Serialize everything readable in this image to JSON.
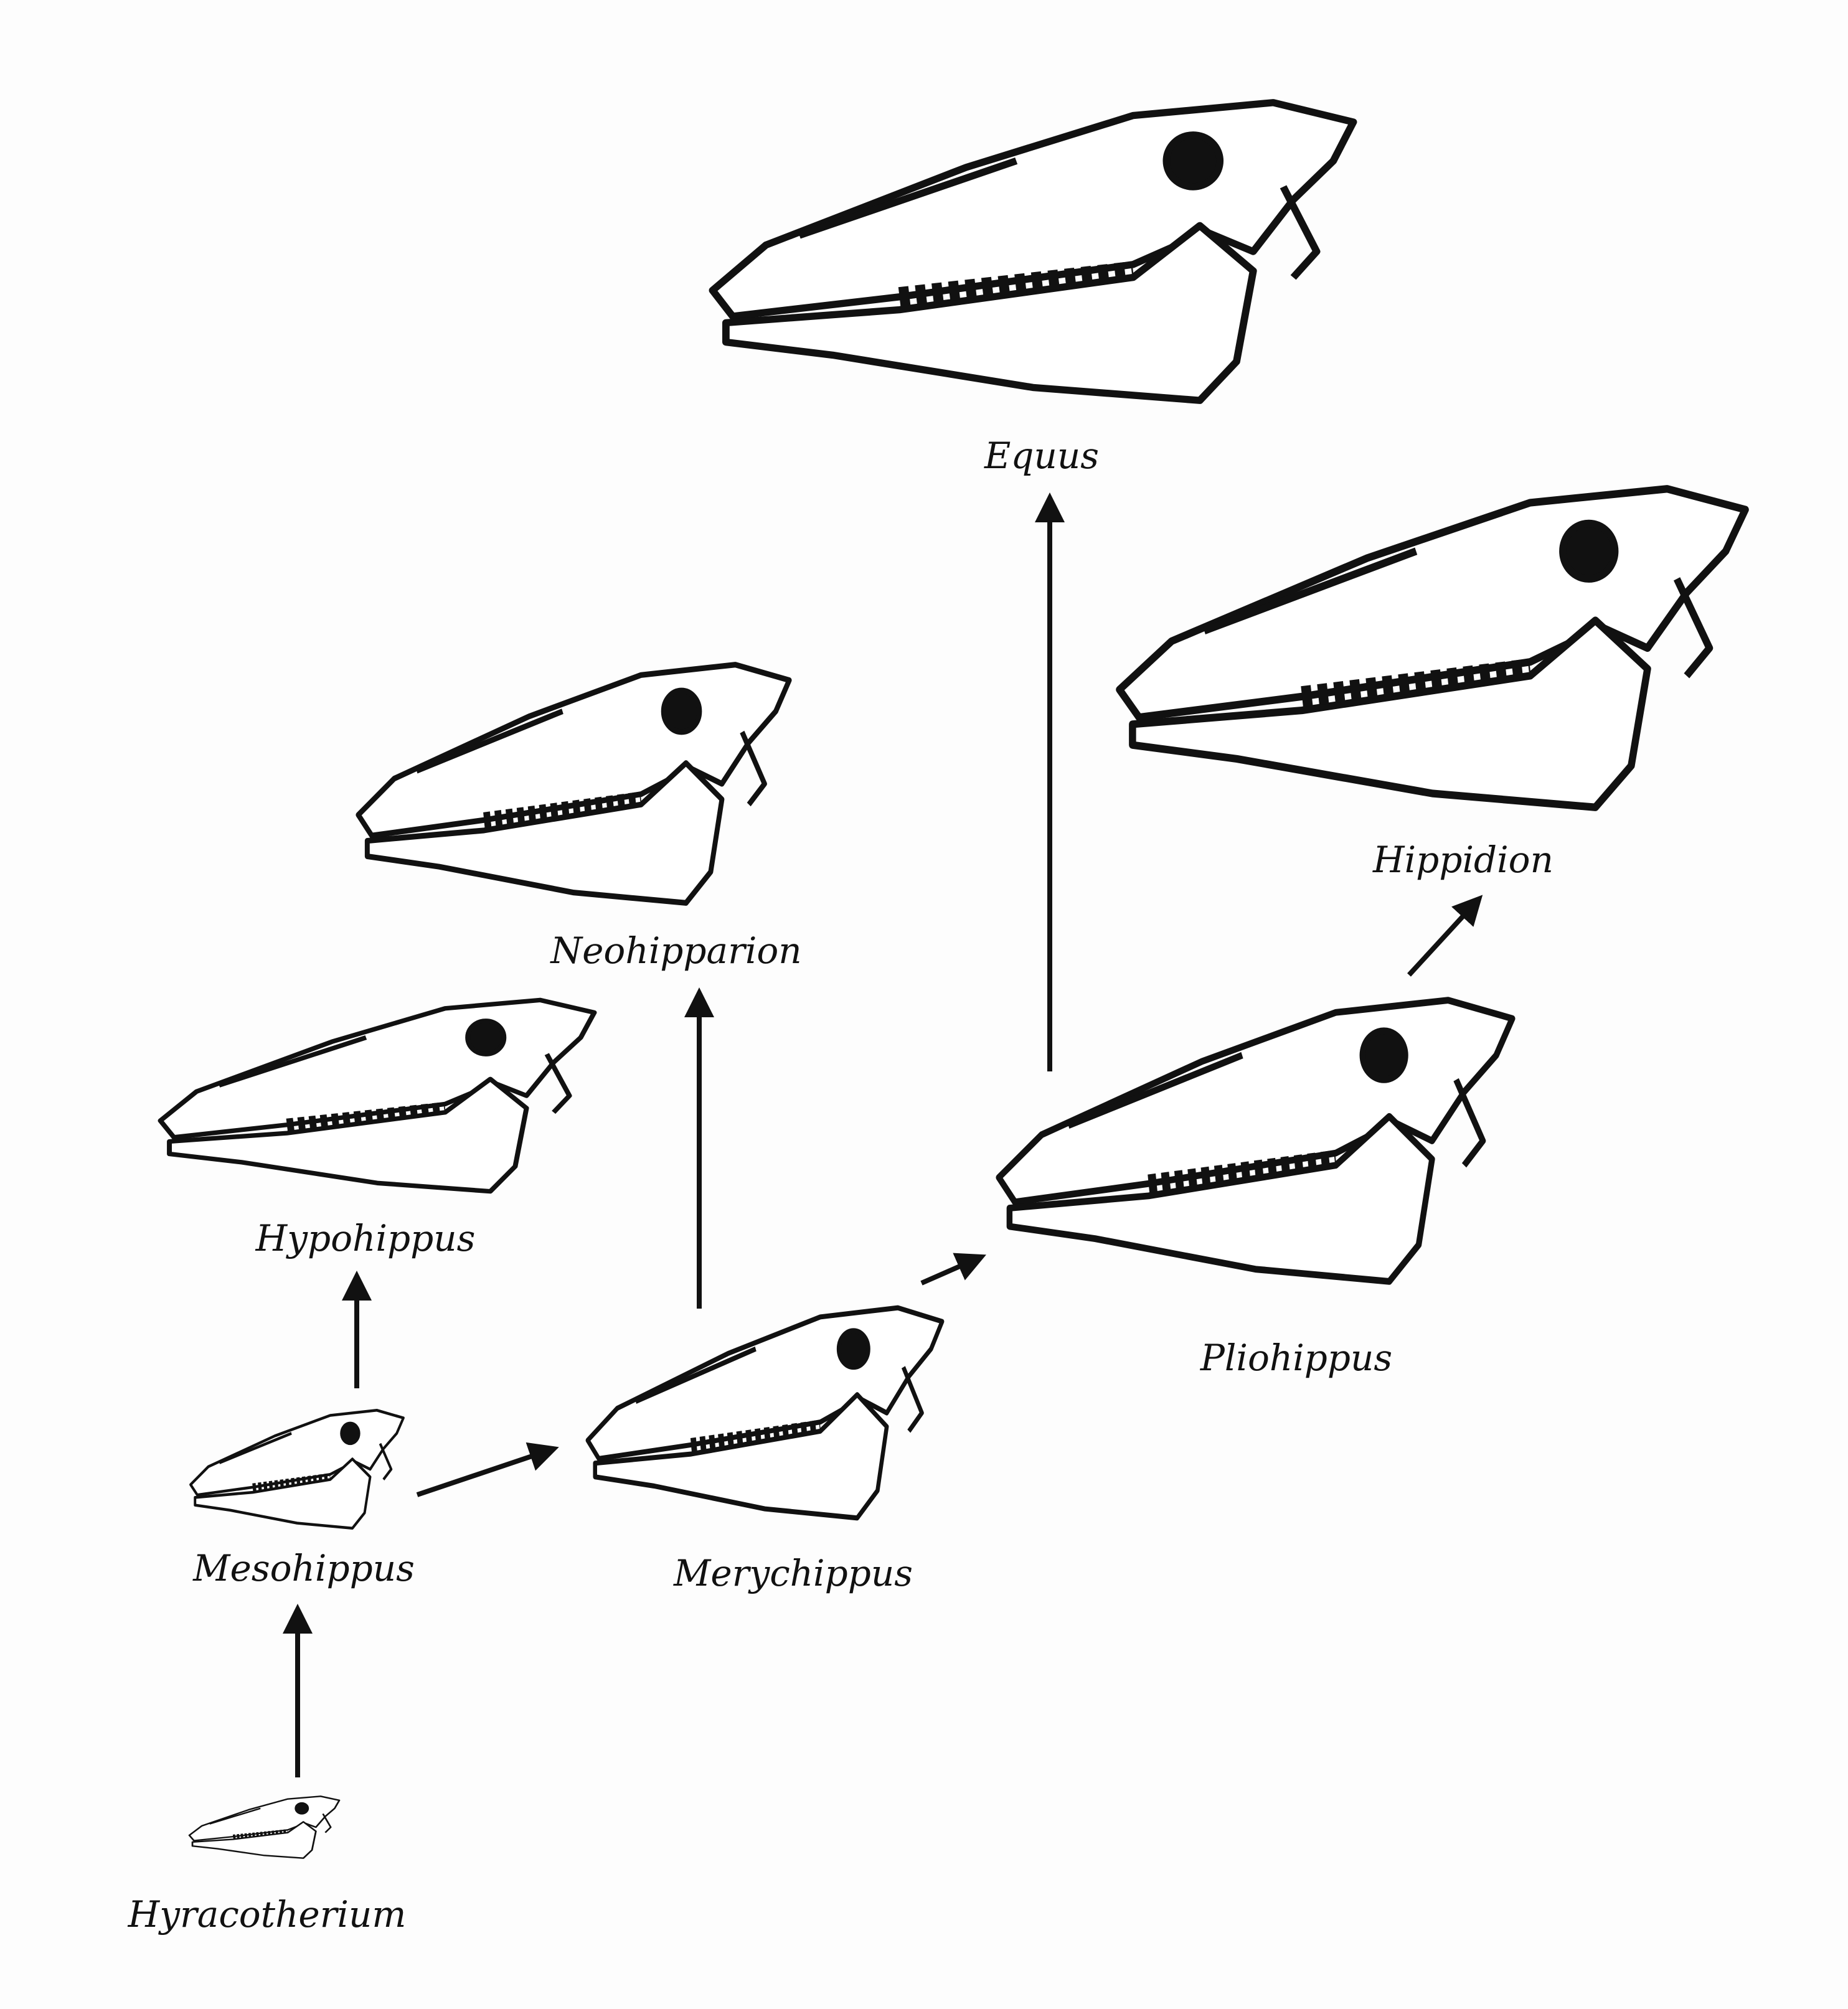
{
  "title": "Horse skull evolution",
  "taxa": {
    "equus": "Equus",
    "hippidion": "Hippidion",
    "neohipparion": "Neohipparion",
    "hypohippus": "Hypohippus",
    "pliohippus": "Pliohippus",
    "mesohippus": "Mesohippus",
    "merychippus": "Merychippus",
    "hyracotherium": "Hyracotherium"
  },
  "lineage": [
    [
      "Hyracotherium",
      "Mesohippus"
    ],
    [
      "Mesohippus",
      "Hypohippus"
    ],
    [
      "Mesohippus",
      "Merychippus"
    ],
    [
      "Merychippus",
      "Neohipparion"
    ],
    [
      "Merychippus",
      "Pliohippus"
    ],
    [
      "Pliohippus",
      "Equus"
    ],
    [
      "Pliohippus",
      "Hippidion"
    ]
  ],
  "colors": {
    "ink": "#111111",
    "paper": "#fdfdfd"
  }
}
